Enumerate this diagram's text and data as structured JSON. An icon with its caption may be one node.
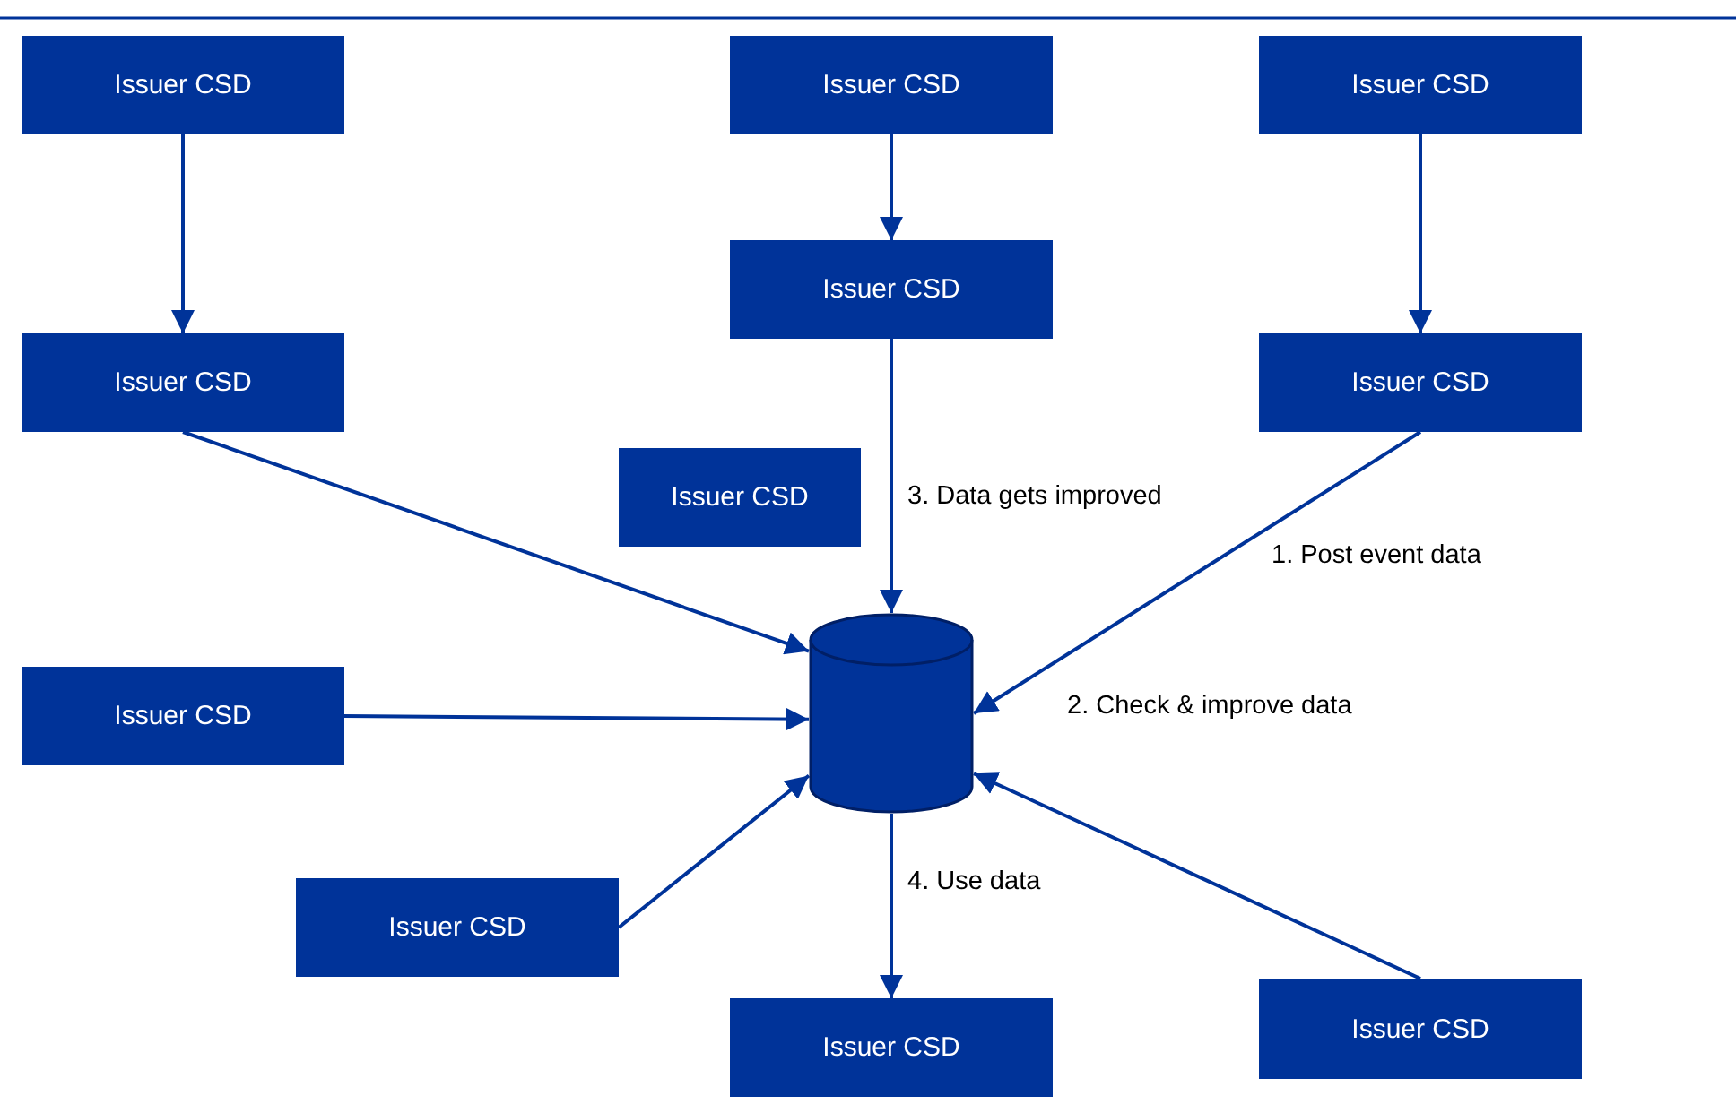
{
  "diagram": {
    "nodes": [
      {
        "text": [
          "Issuer CSD"
        ]
      },
      {
        "text": [
          "Issuer CSD"
        ]
      },
      {
        "text": [
          "Issuer CSD"
        ]
      },
      {
        "text": [
          "Issuer CSD"
        ]
      },
      {
        "text": [
          "Issuer CSD"
        ]
      },
      {
        "text": [
          "Issuer CSD"
        ]
      },
      {
        "text": [
          "Issuer CSD"
        ]
      },
      {
        "text": [],
        "shape": "cylinder"
      },
      {
        "text": [
          "Issuer CSD"
        ]
      },
      {
        "text": [
          "Issuer CSD"
        ]
      },
      {
        "text": [
          "Issuer CSD"
        ]
      },
      {
        "text": [
          "Issuer CSD"
        ]
      }
    ],
    "edges": [
      {
        "from": 0,
        "to": 4,
        "arrow": "to"
      },
      {
        "from": 1,
        "to": 3,
        "arrow": "to"
      },
      {
        "from": 2,
        "to": 5,
        "arrow": "to"
      },
      {
        "from": 3,
        "to": 7,
        "arrow": "to",
        "label": "3. Data gets improved"
      },
      {
        "from": 4,
        "to": 7,
        "arrow": "to"
      },
      {
        "from": 5,
        "to": 7,
        "arrow": "to",
        "label": "1. Post event data"
      },
      {
        "from": 8,
        "to": 7,
        "arrow": "to"
      },
      {
        "from": 9,
        "to": 7,
        "arrow": "to"
      },
      {
        "from": 10,
        "to": 7,
        "arrow": "to"
      },
      {
        "from": 7,
        "to": 11,
        "arrow": "to",
        "label": "4. Use data"
      }
    ],
    "labels": [
      "2. Check & improve data"
    ]
  }
}
